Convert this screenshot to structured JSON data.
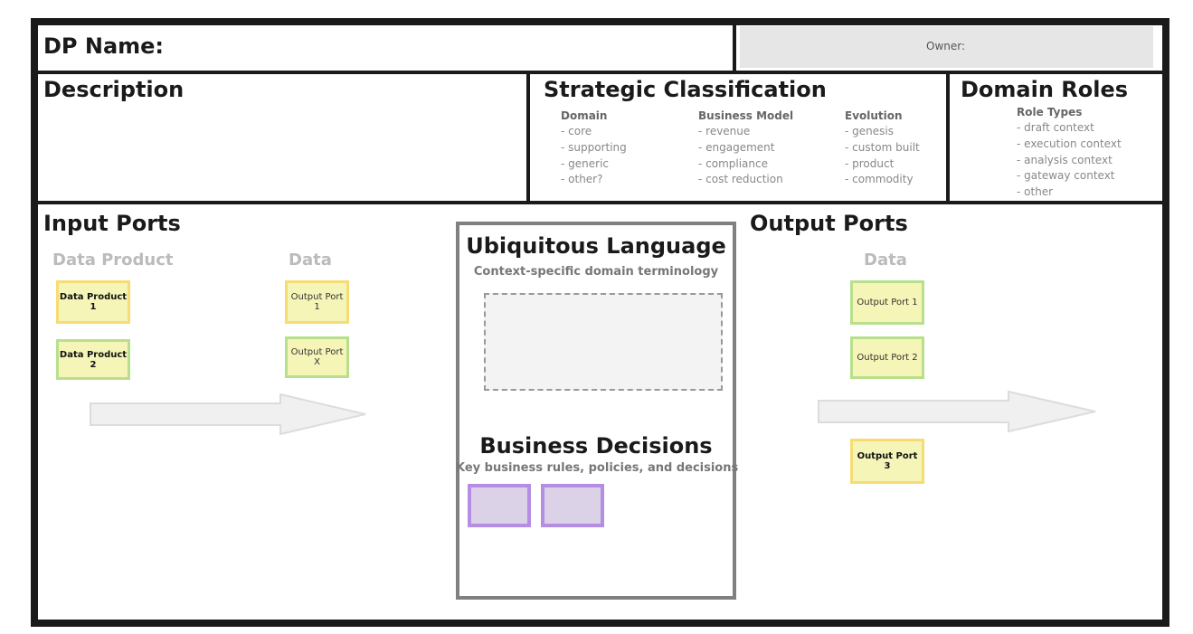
{
  "header": {
    "dp_name_label": "DP Name:",
    "owner_label": "Owner:"
  },
  "description": {
    "title": "Description"
  },
  "strategic": {
    "title": "Strategic Classification",
    "columns": [
      {
        "heading": "Domain",
        "items": [
          "- core",
          "- supporting",
          "- generic",
          "- other?"
        ]
      },
      {
        "heading": "Business Model",
        "items": [
          "- revenue",
          "- engagement",
          "- compliance",
          "- cost reduction"
        ]
      },
      {
        "heading": "Evolution",
        "items": [
          "- genesis",
          "- custom built",
          "- product",
          "- commodity"
        ]
      }
    ]
  },
  "domain_roles": {
    "title": "Domain Roles",
    "subheading": "Role Types",
    "items": [
      "- draft context",
      "- execution context",
      "- analysis context",
      "- gateway context",
      "- other"
    ]
  },
  "input_ports": {
    "title": "Input Ports",
    "col_data_product": "Data Product",
    "col_data": "Data",
    "data_products": [
      "Data Product 1",
      "Data Product 2"
    ],
    "outputs": [
      "Output Port 1",
      "Output Port X"
    ]
  },
  "center": {
    "ul_title": "Ubiquitous Language",
    "ul_subtitle": "Context-specific domain terminology",
    "bd_title": "Business Decisions",
    "bd_subtitle": "Key business rules, policies, and decisions"
  },
  "output_ports": {
    "title": "Output Ports",
    "col_data": "Data",
    "ports": [
      "Output Port 1",
      "Output Port 2",
      "Output Port 3"
    ]
  },
  "colors": {
    "sticky_fill": "#f5f5b8",
    "yellow_border": "#f7dc74",
    "green_border": "#b8e08c",
    "purple_border": "#b48ee2",
    "purple_fill": "#dcd2e8"
  }
}
